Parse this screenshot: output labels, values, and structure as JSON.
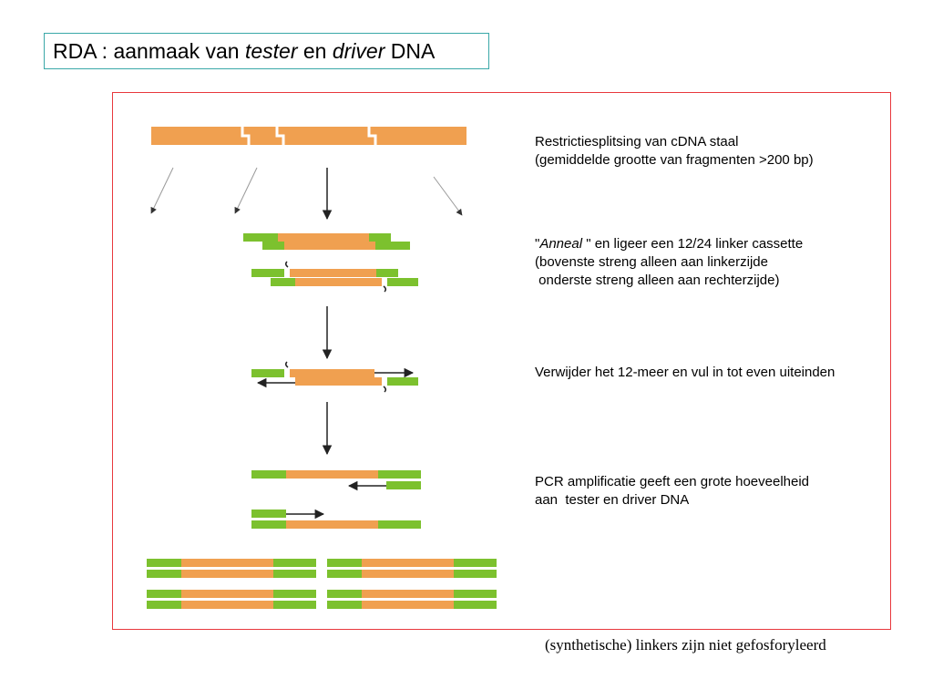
{
  "title": {
    "part1": "RDA : aanmaak van ",
    "tester": "tester",
    "part2": " en ",
    "driver": "driver",
    "part3": " DNA"
  },
  "steps": [
    {
      "line1": "Restrictiesplitsing van cDNA staal",
      "line2": "(gemiddelde grootte van fragmenten >200 bp)"
    },
    {
      "quote_open": "\"",
      "anneal": "Anneal",
      "line1_rest": " \" en ligeer een 12/24 linker cassette",
      "line2": "(bovenste streng alleen aan linkerzijde",
      "line3": " onderste streng alleen aan rechterzijde)"
    },
    {
      "line1": "Verwijder het 12-meer en vul in tot even uiteinden"
    },
    {
      "line1": "PCR amplificatie geeft een grote hoeveelheid",
      "line2": "aan  tester en driver DNA"
    }
  ],
  "footnote": "(synthetische) linkers zijn niet gefosforyleerd",
  "colors": {
    "cdna": "#f0a050",
    "linker": "#7cc12e",
    "frame_border": "#e8383d",
    "title_border": "#3aa8a8"
  }
}
